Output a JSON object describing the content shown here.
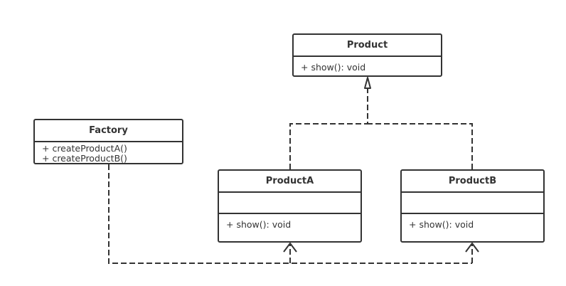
{
  "diagram": {
    "classes": {
      "product": {
        "name": "Product",
        "methods": [
          "+ show(): void"
        ]
      },
      "factory": {
        "name": "Factory",
        "methods": [
          "+ createProductA()",
          "+ createProductB()"
        ]
      },
      "product_a": {
        "name": "ProductA",
        "methods": [
          "+ show(): void"
        ]
      },
      "product_b": {
        "name": "ProductB",
        "methods": [
          "+ show(): void"
        ]
      }
    },
    "relationships": [
      {
        "type": "realization",
        "from": "ProductA",
        "to": "Product"
      },
      {
        "type": "realization",
        "from": "ProductB",
        "to": "Product"
      },
      {
        "type": "dependency",
        "from": "Factory",
        "to": "ProductA"
      },
      {
        "type": "dependency",
        "from": "Factory",
        "to": "ProductB"
      }
    ],
    "colors": {
      "stroke": "#333333",
      "fill": "#ffffff",
      "text": "#333333"
    }
  }
}
